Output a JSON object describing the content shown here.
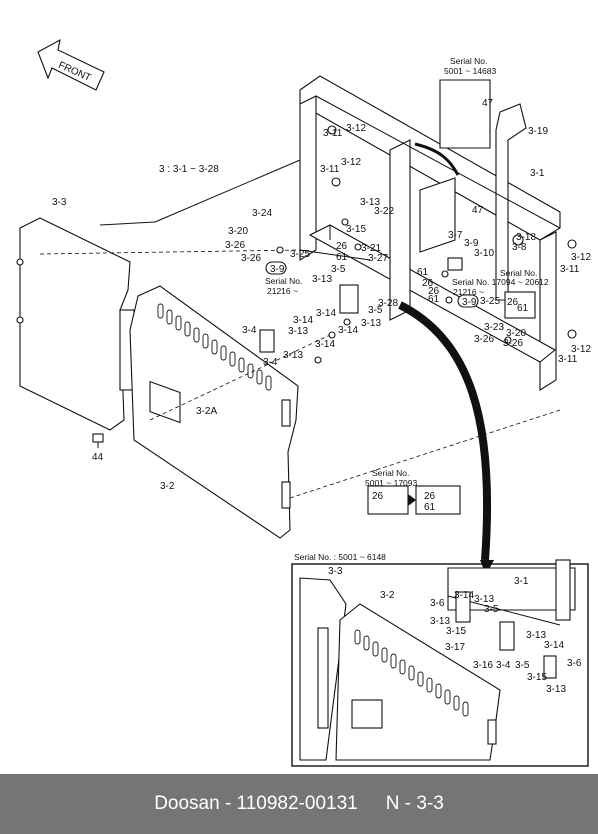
{
  "direction_label": "FRONT",
  "serial_notes": {
    "top_right": [
      "Serial No.",
      "5001 ~ 14683"
    ],
    "mid_right": [
      "Serial No. 17094 ~ 20612"
    ],
    "mid_right_prefix": "Serial No.",
    "mid_left": [
      "Serial No.",
      "21216 ~"
    ],
    "mid_left_range2": "21216 ~",
    "center": [
      "Serial No.",
      "5001 ~ 17093"
    ],
    "inset": "Serial No. : 5001 ~ 6148"
  },
  "range_note": "3 : 3-1 ~ 3-28",
  "callouts": {
    "c47a": "47",
    "c47b": "47",
    "c3_19": "3-19",
    "c3_1": "3-1",
    "c3_12a": "3-12",
    "c3_11a": "3-11",
    "c3_12b": "3-12",
    "c3_11b": "3-11",
    "c3_13a": "3-13",
    "c3_22": "3-22",
    "c3_15a": "3-15",
    "c3_7": "3-7",
    "c3_9a": "3-9",
    "c3_10": "3-10",
    "c3_18": "3-18",
    "c3_8": "3-8",
    "c3_12c": "3-12",
    "c3_11c": "3-11",
    "c26a": "26",
    "c3_21": "3-21",
    "c61a": "61",
    "c3_27": "3-27",
    "c3_24": "3-24",
    "c3_20a": "3-20",
    "c3_26a": "3-26",
    "c3_25a": "3-25",
    "c3_26b": "3-26",
    "c3_9b": "3-9",
    "c3_13b": "3-13",
    "c3_5a": "3-5",
    "c3_14a": "3-14",
    "c3_28": "3-28",
    "c3_5b": "3-5",
    "c3_13c": "3-13",
    "c3_14b": "3-14",
    "c61b": "61",
    "c26b": "26",
    "c26c": "26",
    "c61c": "61",
    "c3_9c": "3-9",
    "c3_25b": "3-25",
    "c26d": "26",
    "c61d": "61",
    "c3_23": "3-23",
    "c3_20b": "3-20",
    "c3_26c": "3-26",
    "c3_26d": "3-26",
    "c3_12d": "3-12",
    "c3_11d": "3-11",
    "c3_3": "3-3",
    "c3_4a": "3-4",
    "c3_13d": "3-13",
    "c3_14c": "3-14",
    "c3_13e": "3-13",
    "c3_14d": "3-14",
    "c3_4b": "3-4",
    "c3_2A": "3-2A",
    "c44": "44",
    "c3_2": "3-2",
    "c26e": "26",
    "c26f": "26",
    "c61e": "61"
  },
  "inset_callouts": {
    "i3_3": "3-3",
    "i3_2": "3-2",
    "i3_1": "3-1",
    "i3_14a": "3-14",
    "i3_13a": "3-13",
    "i3_6a": "3-6",
    "i3_5a": "3-5",
    "i3_13b": "3-13",
    "i3_15a": "3-15",
    "i3_13c": "3-13",
    "i3_14b": "3-14",
    "i3_17": "3-17",
    "i3_16": "3-16",
    "i3_4": "3-4",
    "i3_5b": "3-5",
    "i3_6b": "3-6",
    "i3_15b": "3-15",
    "i3_13d": "3-13"
  },
  "footer": {
    "left": "Doosan - 110982-00131",
    "right": "N - 3-3"
  }
}
